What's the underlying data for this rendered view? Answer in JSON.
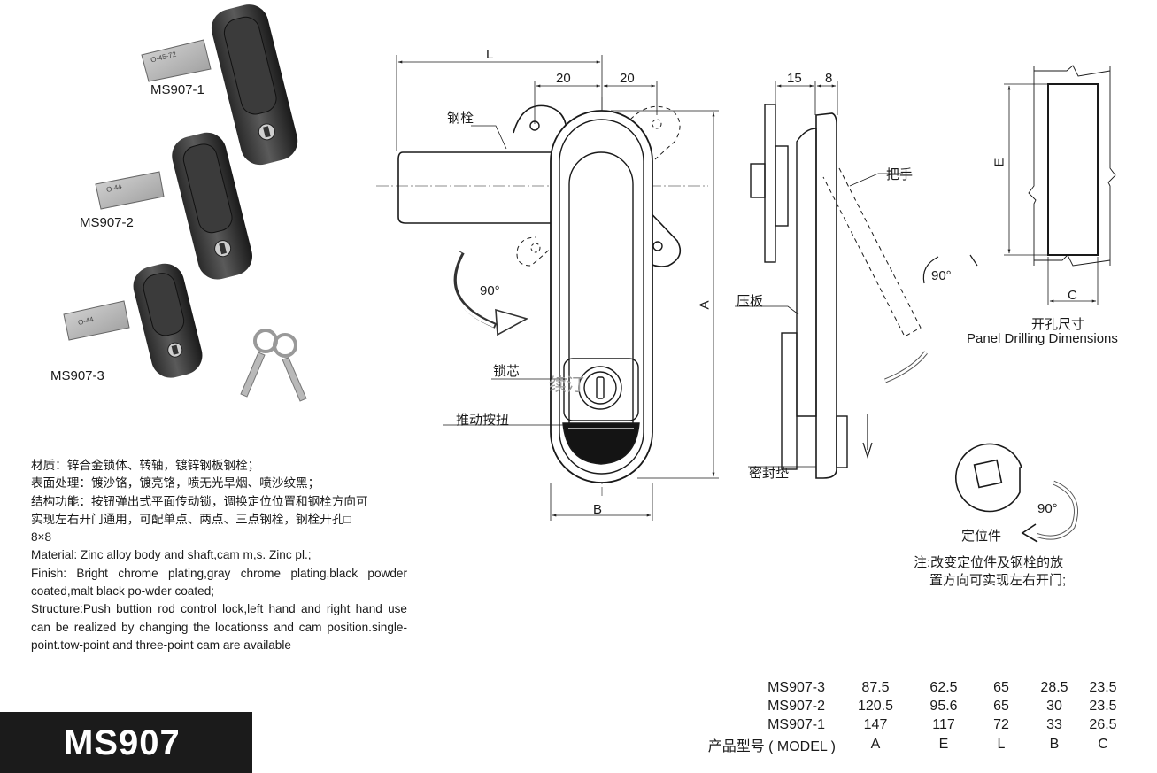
{
  "photos": [
    {
      "caption": "MS907-1",
      "tag": "O-45-72"
    },
    {
      "caption": "MS907-2",
      "tag": "O-44"
    },
    {
      "caption": "MS907-3",
      "tag": "O-44"
    }
  ],
  "front_view": {
    "dim_L": "L",
    "dim_20_left": "20",
    "dim_20_right": "20",
    "dim_A": "A",
    "dim_B": "B",
    "rotation": "90°",
    "labels": {
      "bolt": "钢栓",
      "lock_core": "锁芯",
      "push_button": "推动按扭"
    }
  },
  "side_view": {
    "dim_15": "15",
    "dim_8": "8",
    "rotation": "90°",
    "labels": {
      "handle": "把手",
      "press_plate": "压板",
      "gasket": "密封垫"
    }
  },
  "drilling": {
    "dim_E": "E",
    "dim_C": "C",
    "title_cn": "开孔尺寸",
    "title_en": "Panel Drilling Dimensions"
  },
  "positioner": {
    "rotation": "90°",
    "label": "定位件",
    "note_line1": "注:改变定位件及钢栓的放",
    "note_line2": "置方向可实现左右开门;"
  },
  "watermark": "续汀",
  "specs": {
    "cn": [
      "材质：锌合金锁体、转轴，镀锌钢板钢栓；",
      "表面处理：镀沙铬，镀亮铬，喷无光旱烟、喷沙纹黑；",
      "结构功能：按钮弹出式平面传动锁，调换定位位置和钢栓方向可",
      "实现左右开门通用，可配单点、两点、三点钢栓，钢栓开孔□",
      "8×8"
    ],
    "en": [
      "Material: Zinc alloy body and shaft,cam m,s. Zinc pl.;",
      "Finish: Bright chrome plating,gray chrome plating,black powder coated,malt black po-wder coated;",
      "Structure:Push buttion rod control lock,left hand and right hand use can be realized by changing the locationss and cam position.single-point.tow-point and three-point cam are available"
    ]
  },
  "model_banner": "MS907",
  "table": {
    "rows": [
      [
        "MS907-3",
        "87.5",
        "62.5",
        "65",
        "28.5",
        "23.5"
      ],
      [
        "MS907-2",
        "120.5",
        "95.6",
        "65",
        "30",
        "23.5"
      ],
      [
        "MS907-1",
        "147",
        "117",
        "72",
        "33",
        "26.5"
      ],
      [
        "产品型号 ( MODEL )",
        "A",
        "E",
        "L",
        "B",
        "C"
      ]
    ]
  }
}
